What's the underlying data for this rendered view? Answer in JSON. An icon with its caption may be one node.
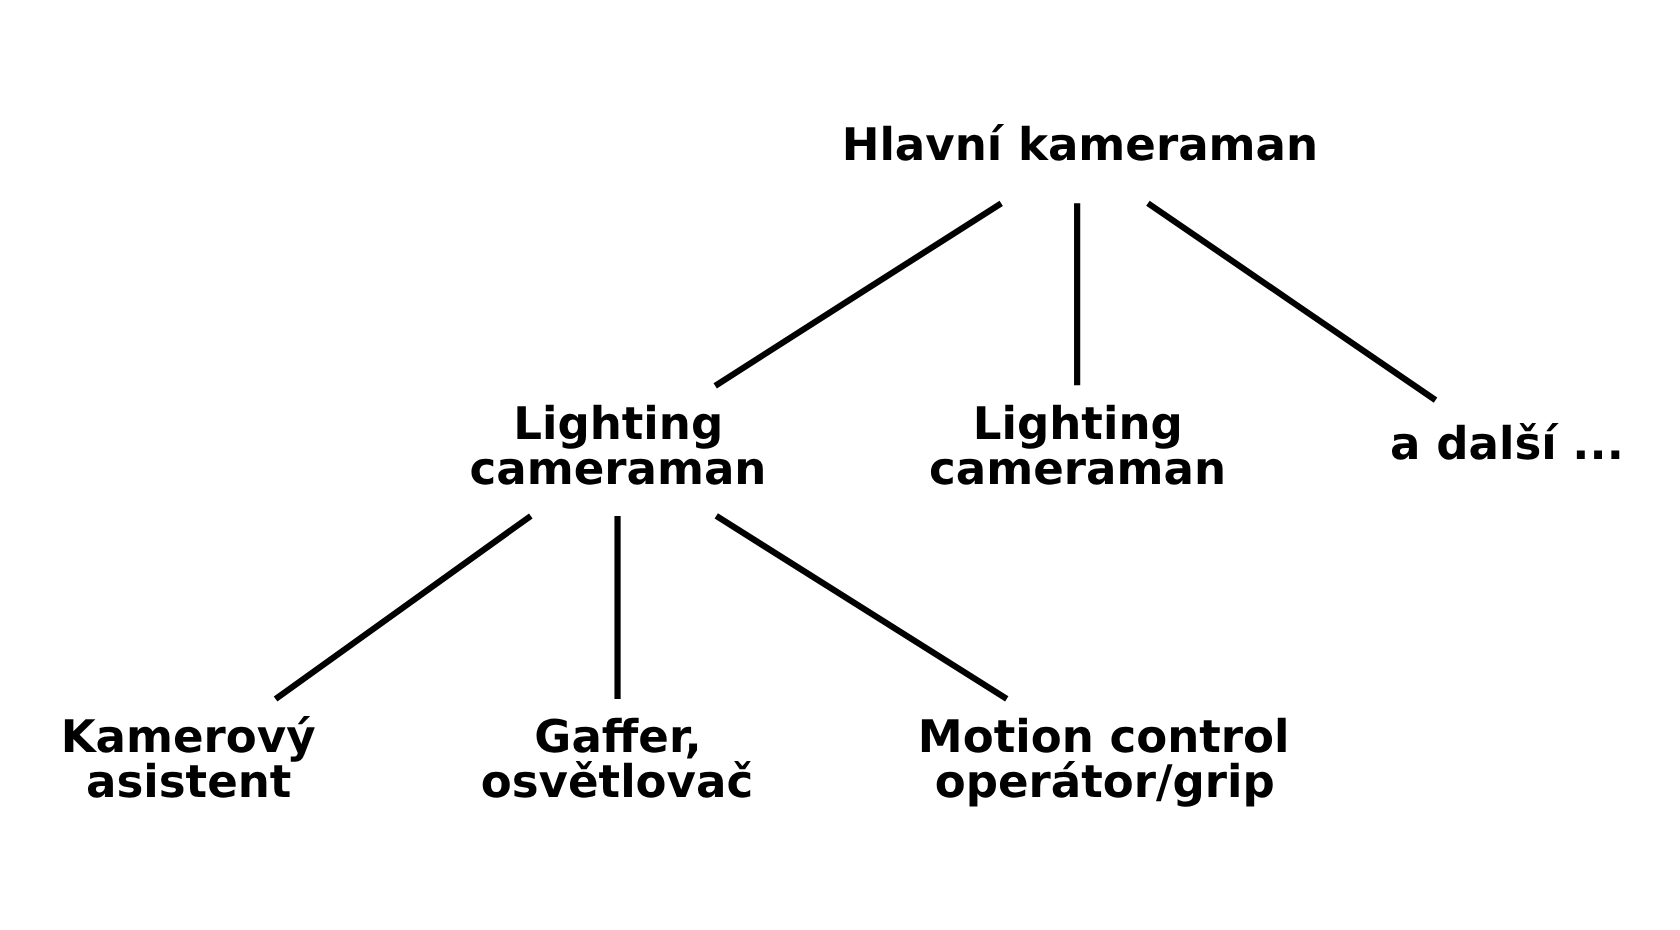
{
  "diagram": {
    "nodes": [
      {
        "text": [
          "Hlavní kameraman"
        ]
      },
      {
        "text": [
          "Lighting cameraman"
        ]
      },
      {
        "text": [
          "Lighting cameraman"
        ]
      },
      {
        "text": [
          "a další ..."
        ]
      },
      {
        "text": [
          "Kamerový asistent"
        ]
      },
      {
        "text": [
          "Gaffer, osvětlovač"
        ]
      },
      {
        "text": [
          "Motion control operátor/grip"
        ]
      }
    ],
    "edges": [
      {
        "from": 0,
        "to": 1,
        "arrow": "none"
      },
      {
        "from": 0,
        "to": 2,
        "arrow": "none"
      },
      {
        "from": 0,
        "to": 3,
        "arrow": "none"
      },
      {
        "from": 1,
        "to": 4,
        "arrow": "none"
      },
      {
        "from": 1,
        "to": 5,
        "arrow": "none"
      },
      {
        "from": 1,
        "to": 6,
        "arrow": "none"
      }
    ]
  }
}
